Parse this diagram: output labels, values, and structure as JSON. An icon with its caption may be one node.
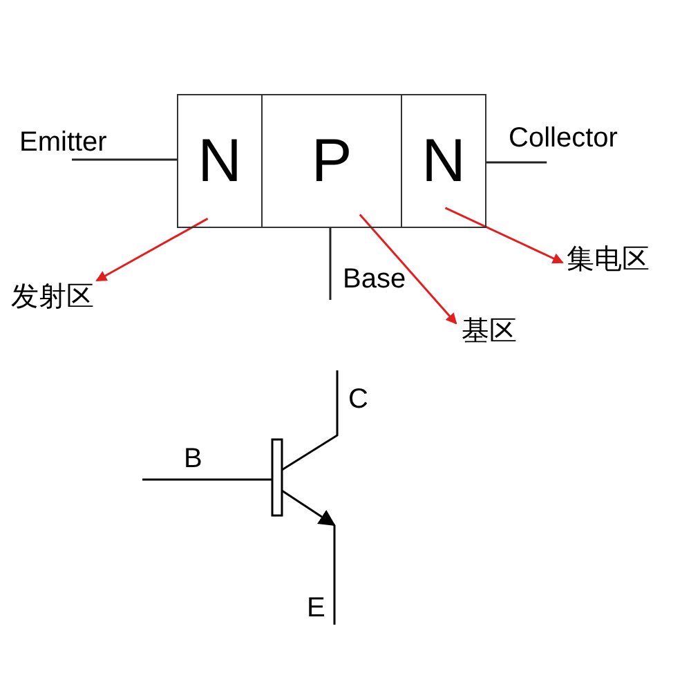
{
  "diagram": {
    "nodes": [
      {
        "text": [
          "N"
        ]
      },
      {
        "text": [
          "P"
        ]
      },
      {
        "text": [
          "N"
        ]
      },
      {
        "text": [
          "Emitter"
        ]
      },
      {
        "text": [
          "Collector"
        ]
      },
      {
        "text": [
          "Base"
        ]
      },
      {
        "text": [
          "发射区"
        ]
      },
      {
        "text": [
          "基区"
        ]
      },
      {
        "text": [
          "集电区"
        ]
      }
    ],
    "edges": [
      {
        "from": 3,
        "to": 0,
        "arrow": "none"
      },
      {
        "from": 4,
        "to": 2,
        "arrow": "none"
      },
      {
        "from": 5,
        "to": 1,
        "arrow": "none"
      },
      {
        "from": 0,
        "to": 6,
        "arrow": "to",
        "color": "#e31e1e"
      },
      {
        "from": 1,
        "to": 7,
        "arrow": "to",
        "color": "#e31e1e"
      },
      {
        "from": 2,
        "to": 8,
        "arrow": "to",
        "color": "#e31e1e"
      }
    ],
    "labels": [
      "C",
      "B",
      "E"
    ]
  }
}
